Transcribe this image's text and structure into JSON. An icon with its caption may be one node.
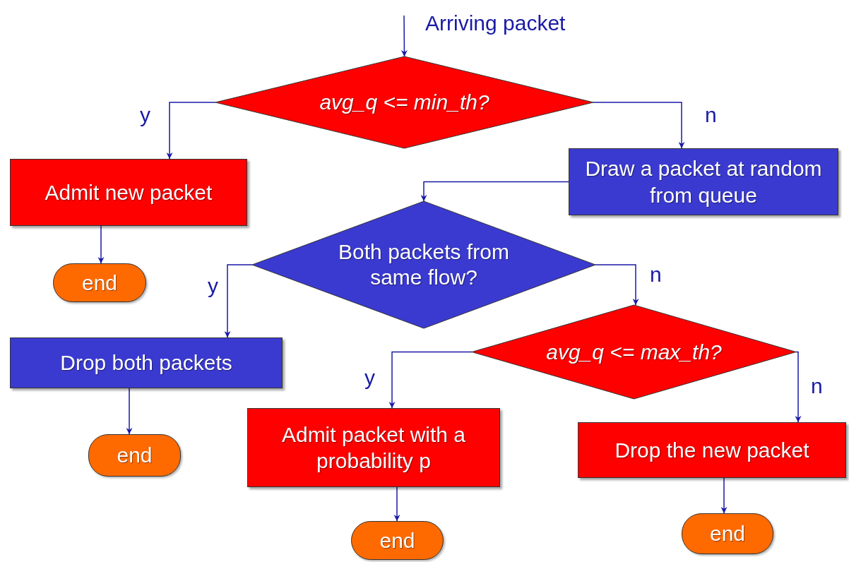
{
  "diagram": {
    "nodes": [
      {
        "text": [
          "avg_q <= min_th?"
        ]
      },
      {
        "text": [
          "Admit new packet"
        ]
      },
      {
        "text": [
          "Draw a packet at random from queue"
        ]
      },
      {
        "text": [
          "end"
        ]
      },
      {
        "text": [
          "Both packets from same flow?"
        ]
      },
      {
        "text": [
          "Drop both packets"
        ]
      },
      {
        "text": [
          "avg_q <= max_th?"
        ]
      },
      {
        "text": [
          "end"
        ]
      },
      {
        "text": [
          "Admit packet with a probability p"
        ]
      },
      {
        "text": [
          "Drop the new packet"
        ]
      },
      {
        "text": [
          "end"
        ]
      },
      {
        "text": [
          "end"
        ]
      }
    ],
    "edges": [
      {
        "from": null,
        "to": 0,
        "arrow": "to",
        "label": "Arriving packet"
      },
      {
        "from": 0,
        "to": 1,
        "arrow": "to",
        "label": "y"
      },
      {
        "from": 0,
        "to": 2,
        "arrow": "to",
        "label": "n"
      },
      {
        "from": 1,
        "to": 3,
        "arrow": "to"
      },
      {
        "from": 2,
        "to": 4,
        "arrow": "to"
      },
      {
        "from": 4,
        "to": 5,
        "arrow": "to",
        "label": "y"
      },
      {
        "from": 4,
        "to": 6,
        "arrow": "to",
        "label": "n"
      },
      {
        "from": 5,
        "to": 7,
        "arrow": "to"
      },
      {
        "from": 6,
        "to": 8,
        "arrow": "to",
        "label": "y"
      },
      {
        "from": 6,
        "to": 9,
        "arrow": "to",
        "label": "n"
      },
      {
        "from": 8,
        "to": 10,
        "arrow": "to"
      },
      {
        "from": 9,
        "to": 11,
        "arrow": "to"
      }
    ]
  }
}
